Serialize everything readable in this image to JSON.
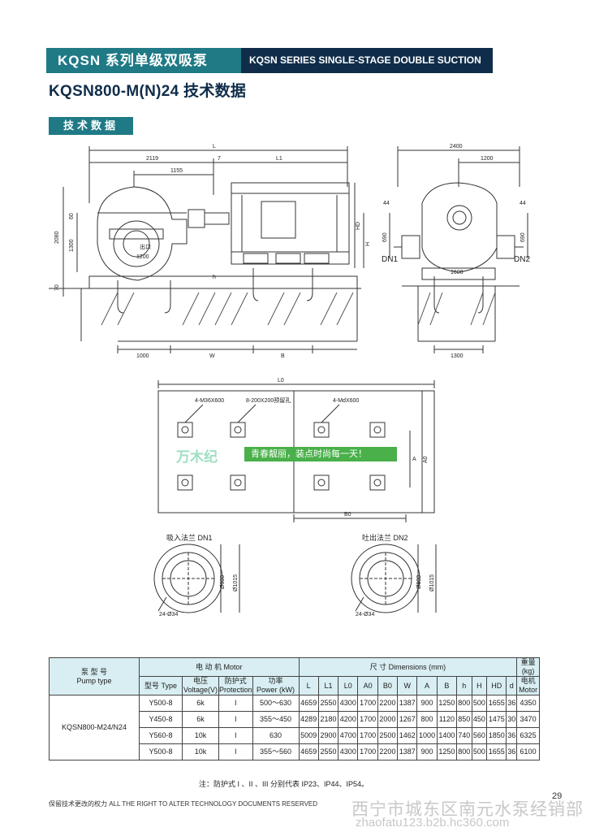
{
  "header": {
    "title_cn": "KQSN 系列单级双吸泵",
    "title_en": "KQSN SERIES SINGLE-STAGE DOUBLE SUCTION PUMPS"
  },
  "model_title": "KQSN800-M(N)24 技术数据",
  "section_tag": "技术数据",
  "drawing_labels": {
    "L": "L",
    "L1": "L1",
    "d2119": "2119",
    "d7": "7",
    "d1155": "1155",
    "d2080": "2080",
    "d1300": "1300",
    "d60": "60",
    "d70": "70",
    "d1200": "1200",
    "outlet": "出口",
    "HD": "HD",
    "H": "H",
    "h": "h",
    "d1000": "1000",
    "W": "W",
    "B": "B",
    "d2400": "2400",
    "d1200b": "1200",
    "d44a": "44",
    "d44b": "44",
    "d690a": "690",
    "d690b": "690",
    "DN1": "DN1",
    "DN2": "DN2",
    "d1600": "1600",
    "d1300b": "1300",
    "L0": "L0",
    "bolt1": "4-M36X600",
    "holes": "8-200X200预留孔",
    "bolt2": "4-MdX600",
    "A": "A",
    "A0": "A0",
    "B0": "B0",
    "flange1_title": "吸入法兰 DN1",
    "flange2_title": "吐出法兰 DN2",
    "f1_d1": "Ø900",
    "f1_d2": "Ø1015",
    "f1_holes": "24-Ø34",
    "f2_d1": "Ø900",
    "f2_d2": "Ø1015",
    "f2_holes": "24-Ø34"
  },
  "promo": {
    "logo": "万木纪",
    "text": "青春靓丽，装点时尚每一天！"
  },
  "table": {
    "head": {
      "pump_type_cn": "泵 型 号",
      "pump_type_en": "Pump type",
      "motor": "电 动 机 Motor",
      "dimensions": "尺 寸 Dimensions (mm)",
      "weight_cn": "重量",
      "weight_unit": "(kg)",
      "type": "型号 Type",
      "voltage_cn": "电压",
      "voltage_en": "Voltage(V)",
      "protection_cn": "防护式",
      "protection_en": "Protection",
      "power_cn": "功率",
      "power_en": "Power (kW)",
      "dim_cols": [
        "L",
        "L1",
        "L0",
        "A0",
        "B0",
        "W",
        "A",
        "B",
        "h",
        "H",
        "HD",
        "d"
      ],
      "motor_w_cn": "电机",
      "motor_w_en": "Motor"
    },
    "pump_model": "KQSN800-M24/N24",
    "rows": [
      [
        "Y500-8",
        "6k",
        "I",
        "500～630",
        "4659",
        "2550",
        "4300",
        "1700",
        "2200",
        "1387",
        "900",
        "1250",
        "800",
        "500",
        "1655",
        "36",
        "4350"
      ],
      [
        "Y450-8",
        "6k",
        "I",
        "355～450",
        "4289",
        "2180",
        "4200",
        "1700",
        "2000",
        "1267",
        "800",
        "1120",
        "850",
        "450",
        "1475",
        "30",
        "3470"
      ],
      [
        "Y560-8",
        "10k",
        "I",
        "630",
        "5009",
        "2900",
        "4700",
        "1700",
        "2500",
        "1462",
        "1000",
        "1400",
        "740",
        "560",
        "1850",
        "36",
        "6325"
      ],
      [
        "Y500-8",
        "10k",
        "I",
        "355～560",
        "4659",
        "2550",
        "4300",
        "1700",
        "2200",
        "1387",
        "900",
        "1250",
        "800",
        "500",
        "1655",
        "36",
        "6100"
      ]
    ],
    "note": "注：防护式 I 、II 、III 分别代表 IP23、IP44、IP54。"
  },
  "footer": {
    "left": "保留技术更改的权力 ALL THE RIGHT TO ALTER TECHNOLOGY DOCUMENTS RESERVED",
    "page": "29",
    "watermark": "西宁市城东区南元水泵经销部",
    "watermark_url": "zhaofatu123.b2b.hc360.com"
  }
}
